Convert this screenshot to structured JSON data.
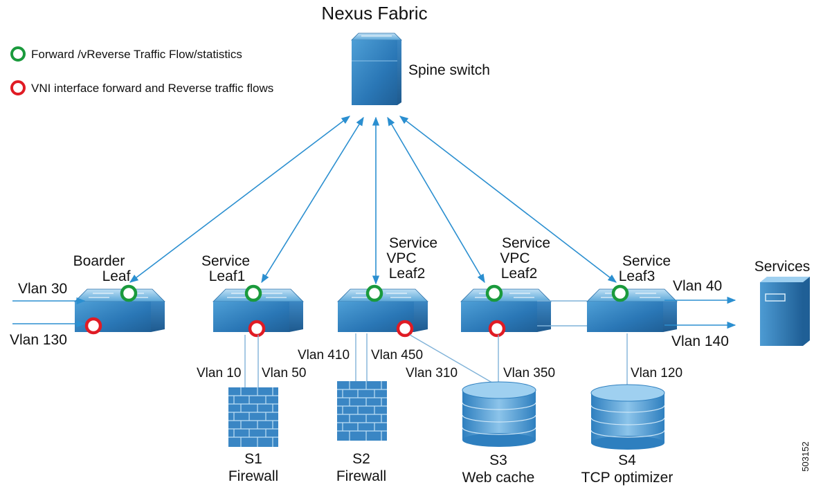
{
  "title": "Nexus Fabric",
  "legend": [
    {
      "label": "Forward /vReverse Traffic Flow/statistics",
      "color": "#1a9a3c"
    },
    {
      "label": "VNI interface forward and Reverse traffic flows",
      "color": "#e01b24"
    }
  ],
  "spine": {
    "label": "Spine switch"
  },
  "leaves": {
    "border": {
      "line1": "Boarder",
      "line2": "Leaf"
    },
    "service1": {
      "line1": "Service",
      "line2": "Leaf1"
    },
    "vpc_a": {
      "line1": "Service",
      "line2": "VPC",
      "line3": "Leaf2"
    },
    "vpc_b": {
      "line1": "Service",
      "line2": "VPC",
      "line3": "Leaf2"
    },
    "service3": {
      "line1": "Service",
      "line2": "Leaf3"
    }
  },
  "vlans": {
    "v30": "Vlan 30",
    "v130": "Vlan 130",
    "v10": "Vlan 10",
    "v50": "Vlan 50",
    "v410": "Vlan 410",
    "v450": "Vlan 450",
    "v310": "Vlan 310",
    "v350": "Vlan 350",
    "v40": "Vlan 40",
    "v140": "Vlan 140",
    "v120": "Vlan 120"
  },
  "services_label": "Services",
  "nodes": {
    "s1": {
      "id": "S1",
      "type": "Firewall"
    },
    "s2": {
      "id": "S2",
      "type": "Firewall"
    },
    "s3": {
      "id": "S3",
      "type": "Web cache"
    },
    "s4": {
      "id": "S4",
      "type": "TCP optimizer"
    }
  },
  "figure_id": "503152",
  "colors": {
    "link": "#2b8fd0",
    "switch": "#2a7ab8",
    "green": "#1a9a3c",
    "red": "#e01b24",
    "brick": "#3a86c4"
  }
}
